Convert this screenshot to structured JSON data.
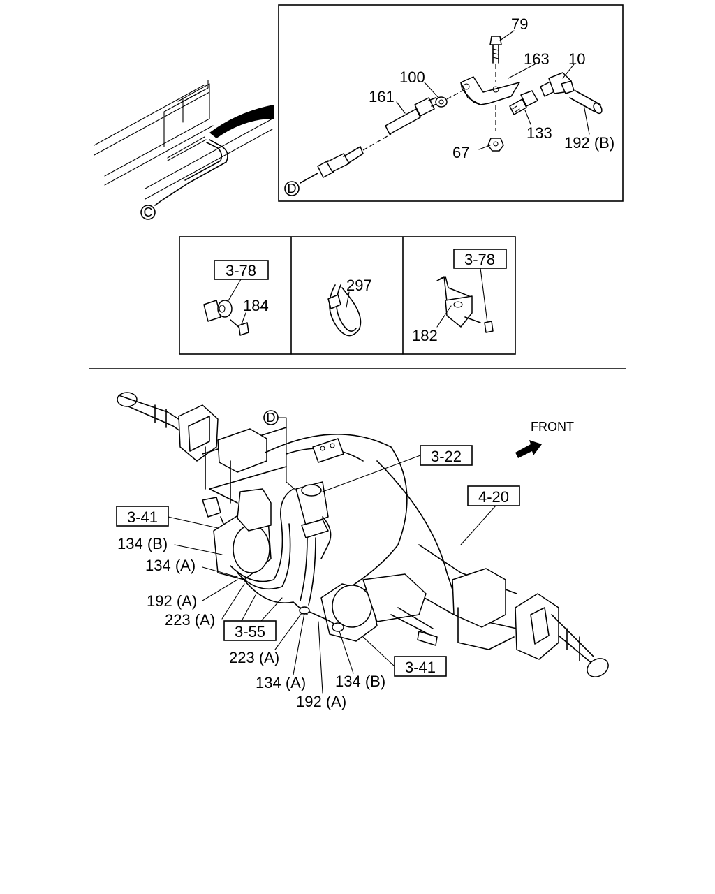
{
  "detail_top": {
    "refs": {
      "circle_c": "C",
      "circle_d": "D"
    },
    "parts": {
      "p79": "79",
      "p163": "163",
      "p10": "10",
      "p100": "100",
      "p161": "161",
      "p133": "133",
      "p192b": "192 (B)",
      "p67": "67"
    }
  },
  "details_row": {
    "panel1": {
      "ref": "3-78",
      "part": "184"
    },
    "panel2": {
      "part": "297"
    },
    "panel3": {
      "ref": "3-78",
      "part": "182"
    }
  },
  "main": {
    "circle_d": "D",
    "front": "FRONT",
    "refs": {
      "r322": "3-22",
      "r420": "4-20",
      "r341_left": "3-41",
      "r355": "3-55",
      "r341_right": "3-41"
    },
    "labels": {
      "l134b_left": "134 (B)",
      "l134a_left": "134 (A)",
      "l192a_left": "192 (A)",
      "l223a_left": "223 (A)",
      "l223a_bottom": "223 (A)",
      "l134a_bottom": "134 (A)",
      "l134b_bottom": "134 (B)",
      "l192a_bottom": "192 (A)"
    }
  }
}
